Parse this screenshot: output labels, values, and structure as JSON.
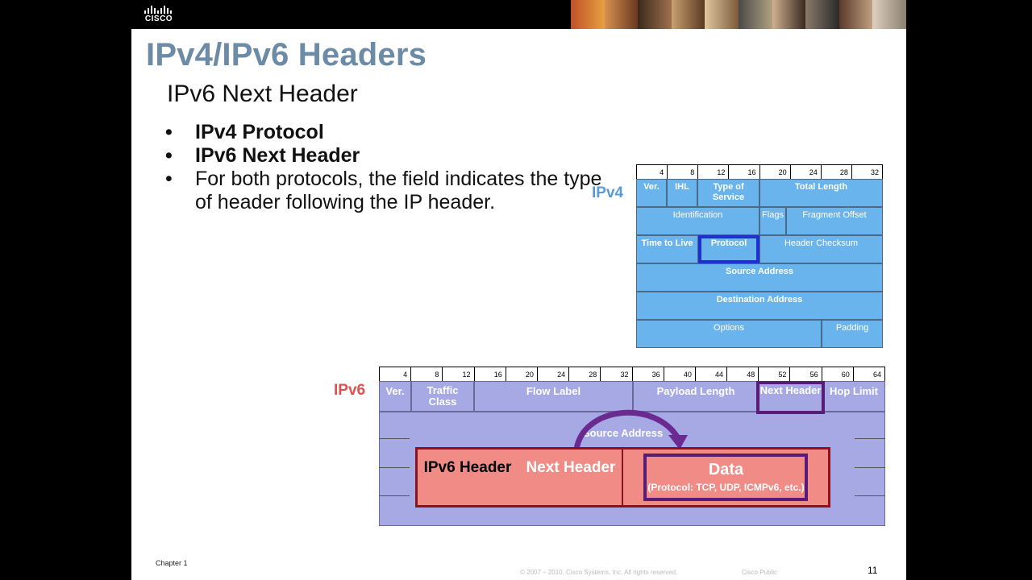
{
  "slide": {
    "title": "IPv4/IPv6 Headers",
    "subtitle": "IPv6 Next Header",
    "bullets": [
      {
        "text": "IPv4 Protocol",
        "bold": true
      },
      {
        "text": "IPv6 Next Header",
        "bold": true
      },
      {
        "text": "For both protocols, the field indicates the type of header following the IP header.",
        "bold": false
      }
    ],
    "logo_text": "CISCO",
    "footer": {
      "chapter": "Chapter 1",
      "copyright": "© 2007 – 2010, Cisco Systems, Inc. All rights reserved.",
      "classification": "Cisco Public",
      "page": "11"
    }
  },
  "ipv4": {
    "label": "IPv4",
    "label_color": "#5b9bd5",
    "ticks": [
      "4",
      "8",
      "12",
      "16",
      "20",
      "24",
      "28",
      "32"
    ],
    "fields": {
      "ver": "Ver.",
      "ihl": "IHL",
      "tos": "Type of Service",
      "total_length": "Total Length",
      "identification": "Identification",
      "flags": "Flags",
      "fragment_offset": "Fragment Offset",
      "ttl": "Time to Live",
      "protocol": "Protocol",
      "checksum": "Header Checksum",
      "src": "Source Address",
      "dst": "Destination Address",
      "options": "Options",
      "padding": "Padding"
    }
  },
  "ipv6": {
    "label": "IPv6",
    "label_color": "#e0504e",
    "ticks": [
      "4",
      "8",
      "12",
      "16",
      "20",
      "24",
      "28",
      "32",
      "36",
      "40",
      "44",
      "48",
      "52",
      "56",
      "60",
      "64"
    ],
    "fields": {
      "ver": "Ver.",
      "traffic_class": "Traffic Class",
      "flow_label": "Flow Label",
      "payload_length": "Payload Length",
      "next_header": "Next Header",
      "hop_limit": "Hop Limit",
      "src": "Source Address"
    }
  },
  "overlay": {
    "ipv6_header": "IPv6 Header",
    "next_header": "Next Header",
    "data_title": "Data",
    "data_sub": "(Protocol: TCP, UDP, ICMPv6, etc.)"
  },
  "colors": {
    "title": "#6b8ba7",
    "ipv4_field": "#69b4ec",
    "ipv6_field": "#a7a9e4",
    "highlight_protocol": "#1f2fd0",
    "highlight_next_header": "#5a1a78",
    "overlay_fill": "#f08b85",
    "overlay_border": "#8c1220",
    "arrow": "#6a2a90"
  }
}
